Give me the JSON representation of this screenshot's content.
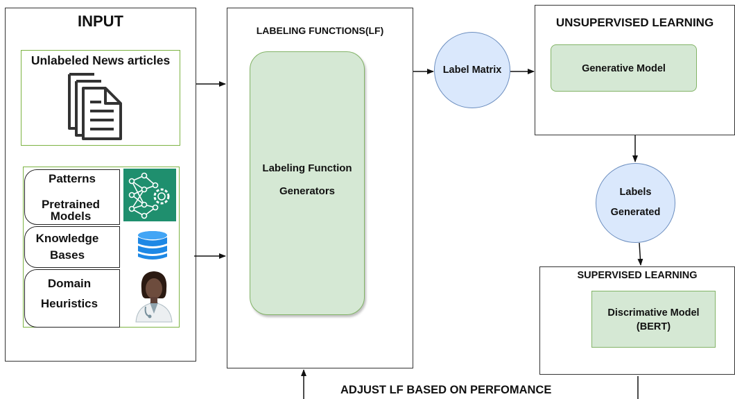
{
  "input": {
    "title": "INPUT",
    "articles_label": "Unlabeled News articles",
    "sources": [
      {
        "label": "Patterns"
      },
      {
        "label": "Pretrained Models"
      },
      {
        "label": "Knowledge Bases"
      },
      {
        "label": "Domain Heuristics"
      }
    ]
  },
  "lf": {
    "title": "LABELING FUNCTIONS(LF)",
    "generators_line1": "Labeling Function",
    "generators_line2": "Generators"
  },
  "label_matrix": "Label Matrix",
  "unsupervised": {
    "title": "UNSUPERVISED LEARNING",
    "model": "Generative Model"
  },
  "labels_generated": {
    "line1": "Labels",
    "line2": "Generated"
  },
  "supervised": {
    "title": "SUPERVISED LEARNING",
    "model_line1": "Discrimative Model",
    "model_line2": "(BERT)"
  },
  "feedback_label": "ADJUST LF BASED ON PERFOMANCE",
  "colors": {
    "green_fill": "#d5e8d4",
    "green_border": "#82b366",
    "blue_fill": "#dae8fc",
    "blue_border": "#6c8ebf",
    "db_blue": "#1e88e5",
    "network_bg": "#1f8f6e"
  }
}
